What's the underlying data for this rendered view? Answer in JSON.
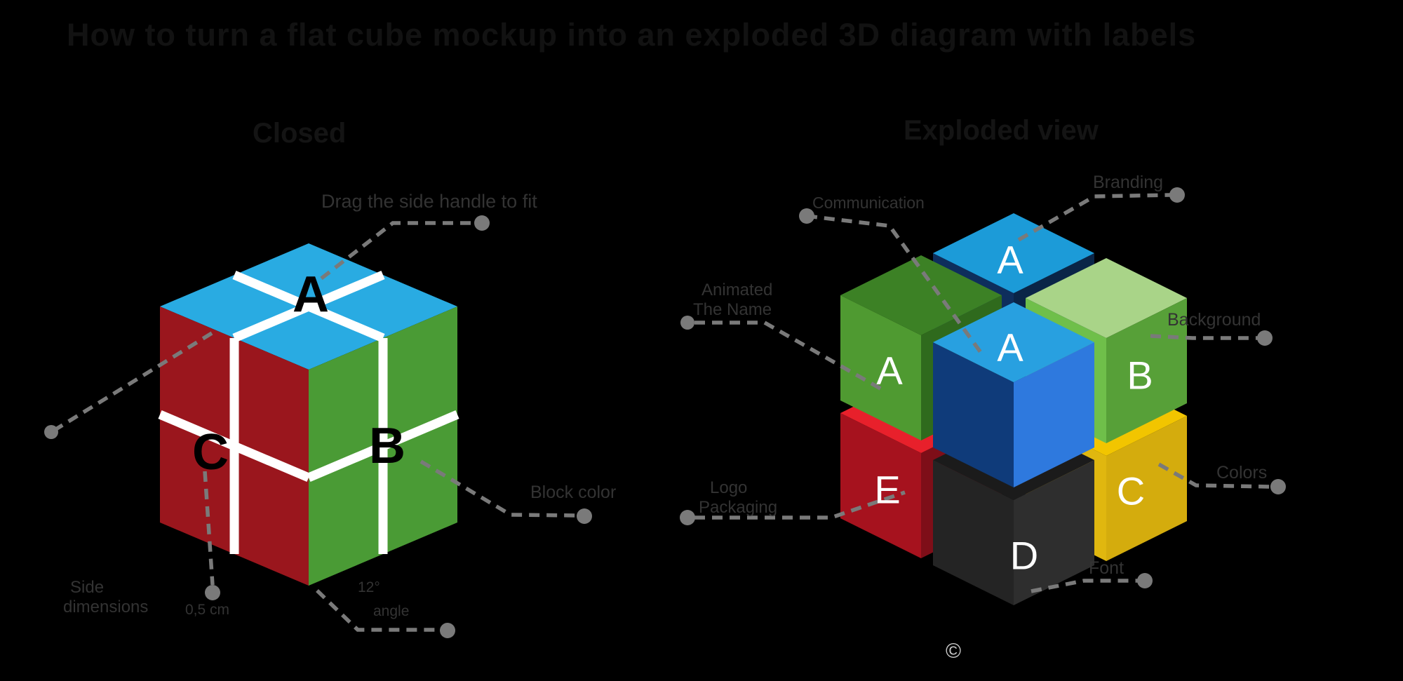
{
  "canvas": {
    "background": "#000000"
  },
  "header": {
    "title": "How to turn a flat cube mockup into an exploded 3D diagram with labels"
  },
  "connectors": {
    "color": "#7A7A7A",
    "dot_color": "#7A7A7A"
  },
  "left_diagram": {
    "subtitle": "Closed",
    "cube": {
      "top_color": "#29ABE2",
      "left_color": "#9A161D",
      "right_color": "#4A9B35",
      "gap_color": "#FFFFFF",
      "letters": {
        "top": "A",
        "left": "C",
        "right": "B"
      }
    },
    "labels": {
      "drag": "Drag the side handle to fit",
      "side_line1": "Side",
      "side_line2": "dimensions",
      "gap": "0,5 cm",
      "block_color": "Block color",
      "angle_line1": "12°",
      "angle_line2": "angle"
    }
  },
  "right_diagram": {
    "subtitle": "Exploded view",
    "pieces": {
      "back": {
        "letter": "A",
        "top": "#1C9BD8",
        "left": "#0E2E5C",
        "right": "#0A2547"
      },
      "left": {
        "letter": "A",
        "top": "#3C8125",
        "left": "#4F9A31",
        "right": "#2F6A1D"
      },
      "right": {
        "letter": "B",
        "top": "#A9D488",
        "left": "#6FBF4A",
        "right": "#57A038"
      },
      "red": {
        "letter": "E",
        "top": "#E8202B",
        "left": "#A6121E",
        "right": "#7E0E18"
      },
      "yellow": {
        "letter": "C",
        "top": "#F2C500",
        "left": "#E0B70F",
        "right": "#D4AC0D"
      },
      "black": {
        "letter": "D",
        "top": "#1B1B1B",
        "left": "#242424",
        "right": "#2E2E2E"
      },
      "center": {
        "letter": "A",
        "top": "#28A0E0",
        "left": "#0F3B7A",
        "right": "#2E79DE"
      }
    },
    "labels": {
      "branding": "Branding",
      "communication": "Communication",
      "animated_line1": "Animated",
      "animated_line2": "The Name",
      "background": "Background",
      "logo_line1": "Logo",
      "logo_line2": "Packaging",
      "colors": "Colors",
      "font": "Font"
    }
  },
  "footer": {
    "copyright": "©"
  }
}
